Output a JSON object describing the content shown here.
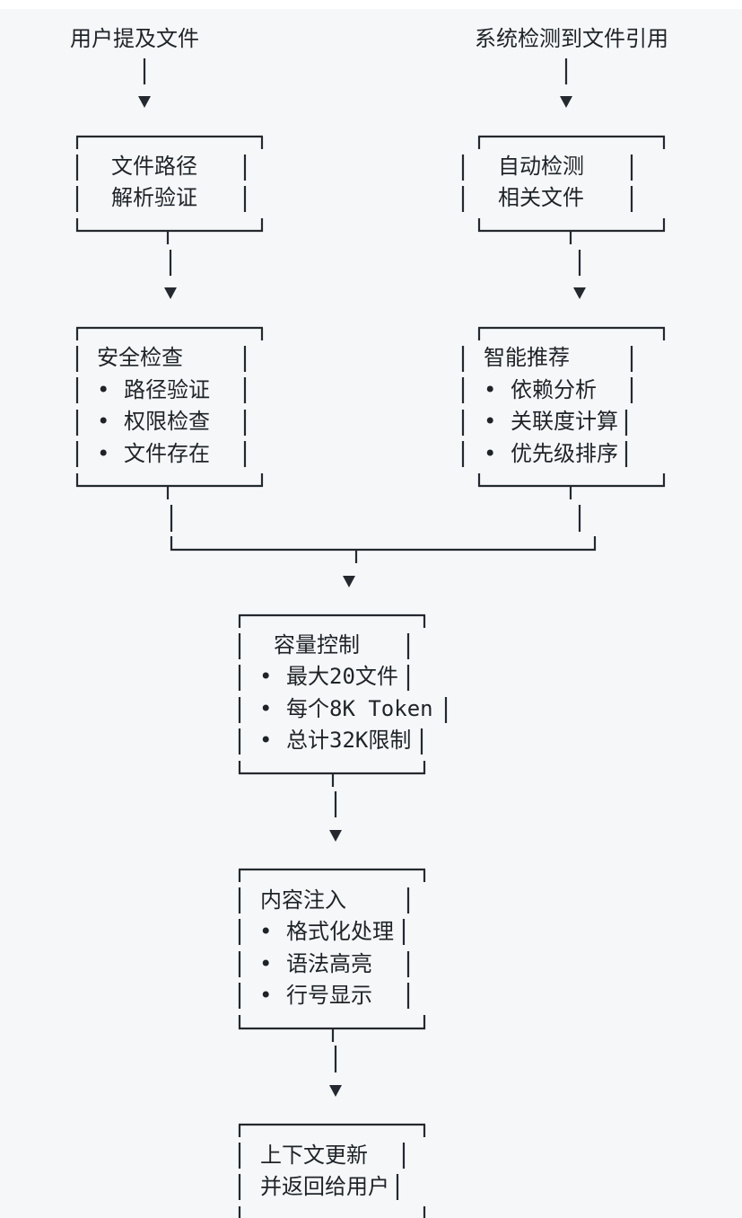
{
  "diagram": {
    "sources": {
      "left": "用户提及文件",
      "right": "系统检测到文件引用"
    },
    "nodes": {
      "parse": {
        "lines": [
          "文件路径",
          "解析验证"
        ]
      },
      "security": {
        "title": "安全检查",
        "items": [
          "路径验证",
          "权限检查",
          "文件存在"
        ]
      },
      "autodetect": {
        "lines": [
          "自动检测",
          "相关文件"
        ]
      },
      "recommend": {
        "title": "智能推荐",
        "items": [
          "依赖分析",
          "关联度计算",
          "优先级排序"
        ]
      },
      "capacity": {
        "title": "容量控制",
        "items": [
          "最大20文件",
          "每个8K Token",
          "总计32K限制"
        ]
      },
      "inject": {
        "title": "内容注入",
        "items": [
          "格式化处理",
          "语法高亮",
          "行号显示"
        ]
      },
      "update": {
        "lines": [
          "上下文更新",
          "并返回给用户"
        ]
      }
    },
    "bullet_symbol": "•",
    "colors": {
      "background": "#f6f7f9",
      "ink": "#24292f"
    }
  }
}
